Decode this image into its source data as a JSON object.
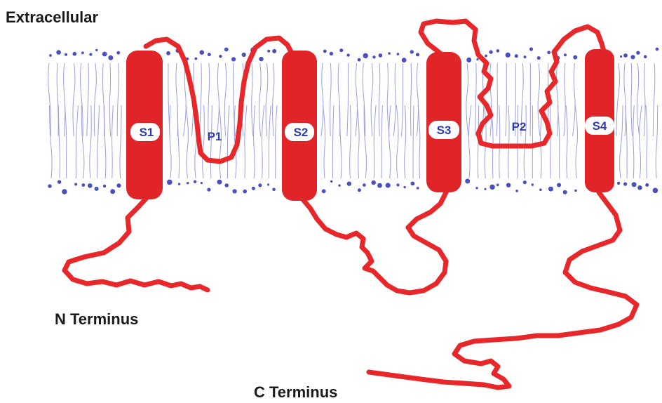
{
  "labels": {
    "extracellular": "Extracellular",
    "n_terminus": "N Terminus",
    "c_terminus": "C Terminus"
  },
  "segments": {
    "s1": "S1",
    "s2": "S2",
    "s3": "S3",
    "s4": "S4",
    "p1": "P1",
    "p2": "P2"
  },
  "colors": {
    "protein": "#e8272b",
    "membrane": "#5b5fc7",
    "segment_label": "#2c3cae",
    "text": "#1a1a1a"
  }
}
